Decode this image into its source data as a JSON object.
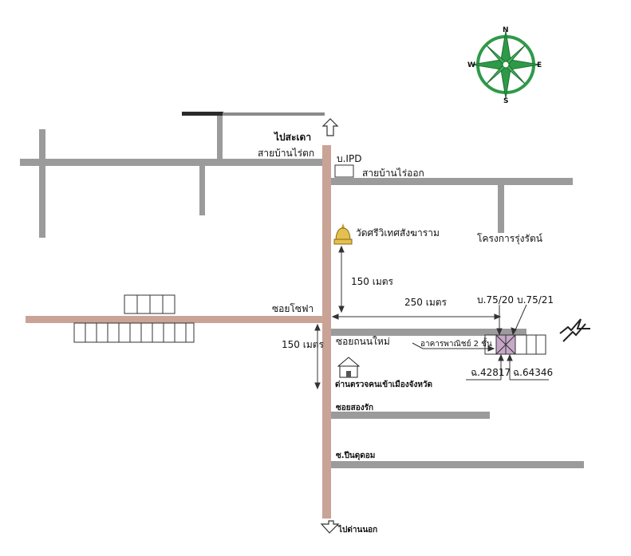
{
  "compass": {
    "n": "N",
    "e": "E",
    "s": "S",
    "w": "W",
    "color": "#2e9a48"
  },
  "road_colors": {
    "main": "#c9a396",
    "minor": "#9b9b9b",
    "dark": "#2a2a2a"
  },
  "labels": {
    "to_sattahip": "ไปสะเดา",
    "road_rai_tok": "สายบ้านไร่ตก",
    "ipd": "บ.IPD",
    "road_rai_ok": "สายบ้านไร่ออก",
    "temple": "วัดศรีวิเทศสังฆาราม",
    "project": "โครงการรุ่งรัตน์",
    "dist_150_top": "150 เมตร",
    "dist_250": "250 เมตร",
    "soi_sofa": "ซอยโซฟา",
    "house_7520": "บ.75/20",
    "house_7521": "บ.75/21",
    "dist_150_left": "150 เมตร",
    "soi_new_road": "ซอยถนนใหม่",
    "building_note": "อาคารพาณิชย์ 2 ชั้น",
    "deed_42817": "ฉ.42817",
    "deed_64346": "ฉ.64346",
    "police": "ด่านตรวจคนเข้าเมืองจังหวัด",
    "soi_song_rak": "ซอยสองรัก",
    "soi_bottom": "ซ.ปีนดุดอม",
    "to_outer": "ไปด่านนอก"
  }
}
